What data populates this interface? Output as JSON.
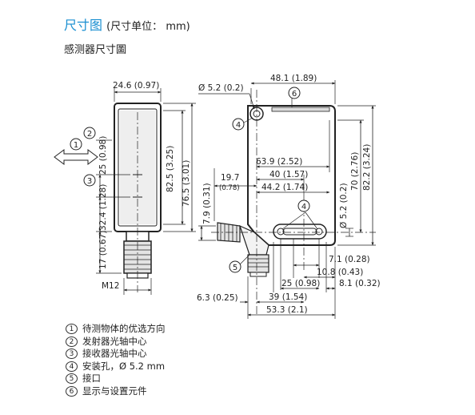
{
  "header": {
    "title": "尺寸图",
    "units": "(尺寸单位： mm)"
  },
  "subtitle": "感测器尺寸圖",
  "left_view": {
    "width": {
      "main": "24.6",
      "sub": "(0.97)"
    },
    "height_82_5": {
      "main": "82.5",
      "sub": "(3.25)"
    },
    "height_76_5": {
      "main": "76.5",
      "sub": "(3.01)"
    },
    "beam_25": {
      "main": "25",
      "sub": "(0.98)"
    },
    "dist_32_4": {
      "main": "32.4",
      "sub": "(1.28)"
    },
    "conn_17": {
      "main": "17",
      "sub": "(0.67)"
    },
    "thread": "M12",
    "callouts": [
      "1",
      "2",
      "3"
    ]
  },
  "right_view": {
    "hole_dia": {
      "main": "Ø 5.2",
      "sub": "(0.2)"
    },
    "width_48_1": {
      "main": "48.1",
      "sub": "(1.89)"
    },
    "d_63_9": {
      "main": "63.9",
      "sub": "(2.52)"
    },
    "d_40": {
      "main": "40",
      "sub": "(1.57)"
    },
    "d_44_2": {
      "main": "44.2",
      "sub": "(1.74)"
    },
    "d_19_7": {
      "main": "19.7",
      "sub": "(0.78)"
    },
    "d_7_9": {
      "main": "7.9",
      "sub": "(0.31)"
    },
    "h_70": {
      "main": "70",
      "sub": "(2.76)"
    },
    "h_82_2": {
      "main": "82.2",
      "sub": "(3.24)"
    },
    "hole_side": {
      "main": "Ø 5.2",
      "sub": "(0.2)"
    },
    "d_7_1": {
      "main": "7.1",
      "sub": "(0.28)"
    },
    "d_10_8": {
      "main": "10.8",
      "sub": "(0.43)"
    },
    "d_25": {
      "main": "25",
      "sub": "(0.98)"
    },
    "d_8_1": {
      "main": "8.1",
      "sub": "(0.32)"
    },
    "d_6_3": {
      "main": "6.3",
      "sub": "(0.25)"
    },
    "d_39": {
      "main": "39",
      "sub": "(1.54)"
    },
    "d_53_3": {
      "main": "53.3",
      "sub": "(2.1)"
    },
    "callouts": [
      "4",
      "5",
      "6"
    ]
  },
  "legend": [
    {
      "num": "1",
      "text": "待测物体的优选方向"
    },
    {
      "num": "2",
      "text": "发射器光轴中心"
    },
    {
      "num": "3",
      "text": "接收器光轴中心"
    },
    {
      "num": "4",
      "text": "安装孔，Ø 5.2 mm"
    },
    {
      "num": "5",
      "text": "接口"
    },
    {
      "num": "6",
      "text": "显示与设置元件"
    }
  ]
}
